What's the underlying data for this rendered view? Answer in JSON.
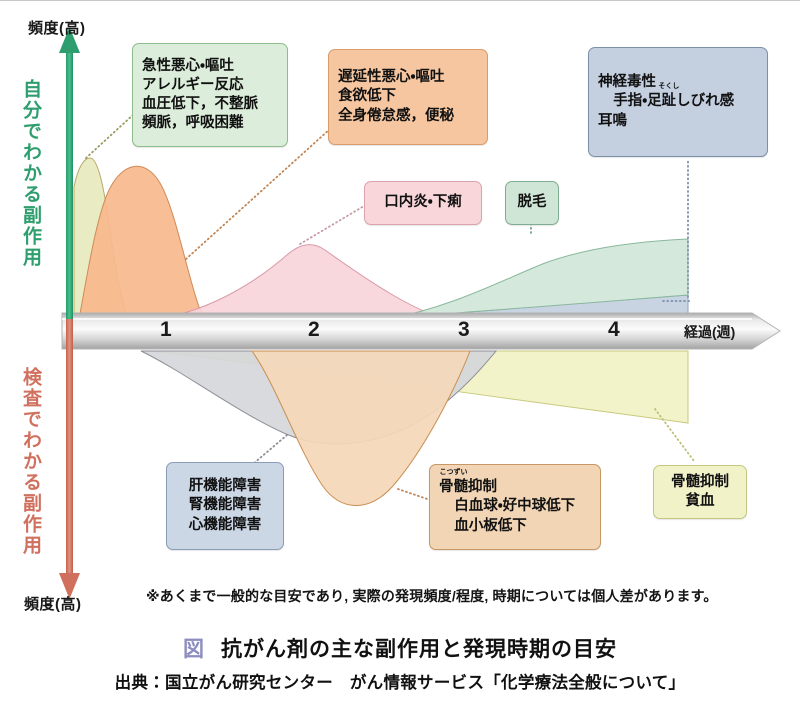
{
  "figure": {
    "title_mark": "図",
    "title": "抗がん剤の主な副作用と発現時期の目安",
    "source": "出典：国立がん研究センター　がん情報サービス「化学療法全般について」",
    "footnote": "※あくまで一般的な目安であり, 実際の発現頻度/程度, 時期については個人差があります。"
  },
  "axes": {
    "top_frequency_label": "頻度(高)",
    "bottom_frequency_label": "頻度(高)",
    "upper_axis_label": "自分でわかる副作用",
    "lower_axis_label": "検査でわかる副作用",
    "time_axis_label": "経過(週)",
    "time_ticks": [
      "1",
      "2",
      "3",
      "4"
    ]
  },
  "callouts": {
    "acute_nausea": {
      "lines": [
        "急性悪心・嘔吐",
        "アレルギー反応",
        "血圧低下，不整脈",
        "頻脈，呼吸困難"
      ]
    },
    "delayed_nausea": {
      "lines": [
        "遅延性悪心・嘔吐",
        "食欲低下",
        "全身倦怠感，便秘"
      ]
    },
    "neurotoxicity": {
      "title": "神経毒性",
      "line2_a": "手指・足",
      "line2_ruby_base": "趾",
      "line2_ruby": "そくし",
      "line2_b": "しびれ感",
      "line3": "耳鳴"
    },
    "stomatitis": {
      "label": "口内炎・下痢"
    },
    "hair_loss": {
      "label": "脱毛"
    },
    "organ_damage": {
      "lines": [
        "肝機能障害",
        "腎機能障害",
        "心機能障害"
      ]
    },
    "myelosuppression": {
      "title_ruby_base": "骨髄",
      "title_ruby": "こつずい",
      "title_suffix": "抑制",
      "line2": "白血球・好中球低下",
      "line3": "血小板低下"
    },
    "anemia": {
      "line1": "骨髄抑制",
      "line2": "貧血"
    }
  },
  "colors": {
    "up_arrow": "#2f9e6e",
    "down_arrow": "#cf6f5c",
    "acute_nausea_fill": "#e7e9bd",
    "delayed_nausea_fill": "#f7b98d",
    "stomatitis_fill": "#f7d3d9",
    "hair_loss_fill": "#cfe5d8",
    "neurotoxicity_fill": "#c6d2e2",
    "organ_damage_fill": "#d5d7da",
    "myelosuppression_fill": "#f4d7b9",
    "anemia_fill": "#f2f2c3",
    "timeline_bar": "#d8d8d8"
  },
  "chart_data": {
    "type": "area",
    "title": "抗がん剤の主な副作用と発現時期の目安",
    "xlabel": "経過(週)",
    "ylabel_up": "自分でわかる副作用 頻度(高)",
    "ylabel_down": "検査でわかる副作用 頻度(高)",
    "xlim": [
      0,
      4.6
    ],
    "x_ticks": [
      1,
      2,
      3,
      4
    ],
    "grid": false,
    "legend": "callout-boxes",
    "series": [
      {
        "name": "急性悪心・嘔吐／アレルギー反応／血圧低下・不整脈／頻脈・呼吸困難",
        "direction": "up",
        "color": "#e7e9bd",
        "x": [
          0.0,
          0.08,
          0.18,
          0.3,
          0.42,
          0.55
        ],
        "values": [
          0.0,
          0.92,
          1.0,
          0.72,
          0.3,
          0.0
        ]
      },
      {
        "name": "遅延性悪心・嘔吐／食欲低下／全身倦怠感・便秘",
        "direction": "up",
        "color": "#f7b98d",
        "x": [
          0.05,
          0.25,
          0.45,
          0.7,
          0.95,
          1.2,
          1.35
        ],
        "values": [
          0.0,
          0.62,
          0.86,
          0.88,
          0.66,
          0.22,
          0.0
        ]
      },
      {
        "name": "口内炎・下痢",
        "direction": "up",
        "color": "#f7d3d9",
        "x": [
          0.55,
          1.0,
          1.5,
          1.95,
          2.4,
          2.9,
          3.2
        ],
        "values": [
          0.0,
          0.18,
          0.38,
          0.5,
          0.33,
          0.1,
          0.0
        ]
      },
      {
        "name": "脱毛",
        "direction": "up",
        "color": "#cfe5d8",
        "x": [
          1.7,
          2.2,
          2.7,
          3.2,
          3.7,
          4.2,
          4.25
        ],
        "values": [
          0.0,
          0.1,
          0.22,
          0.34,
          0.42,
          0.47,
          0.0
        ]
      },
      {
        "name": "神経毒性（手指・足趾しびれ感／耳鳴）",
        "direction": "up",
        "color": "#c6d2e2",
        "x": [
          1.55,
          2.1,
          2.7,
          3.3,
          3.9,
          4.25
        ],
        "values": [
          0.0,
          0.04,
          0.08,
          0.12,
          0.16,
          0.18
        ]
      },
      {
        "name": "肝機能障害／腎機能障害／心機能障害",
        "direction": "down",
        "color": "#d5d7da",
        "x": [
          0.45,
          0.8,
          1.15,
          1.55,
          1.95,
          2.35,
          2.75,
          3.05
        ],
        "values": [
          0.0,
          0.32,
          0.55,
          0.66,
          0.68,
          0.58,
          0.3,
          0.0
        ]
      },
      {
        "name": "骨髄抑制（白血球・好中球低下／血小板低下）",
        "direction": "down",
        "color": "#f4d7b9",
        "x": [
          1.3,
          1.7,
          2.05,
          2.4,
          2.75,
          3.05,
          3.25
        ],
        "values": [
          0.0,
          0.55,
          0.92,
          1.0,
          0.8,
          0.4,
          0.0
        ]
      },
      {
        "name": "骨髄抑制（貧血）",
        "direction": "down",
        "color": "#f2f2c3",
        "x": [
          0.55,
          1.2,
          2.0,
          2.8,
          3.6,
          4.25,
          4.25
        ],
        "values": [
          0.0,
          0.18,
          0.3,
          0.4,
          0.5,
          0.58,
          0.0
        ]
      }
    ]
  }
}
